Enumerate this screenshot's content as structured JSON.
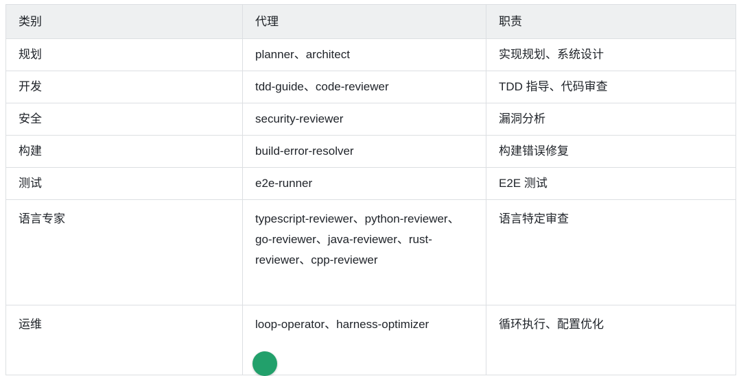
{
  "table": {
    "columns": [
      "类别",
      "代理",
      "职责"
    ],
    "rows": [
      {
        "category": "规划",
        "agents": "planner、architect",
        "duty": "实现规划、系统设计"
      },
      {
        "category": "开发",
        "agents": "tdd-guide、code-reviewer",
        "duty": "TDD 指导、代码审查"
      },
      {
        "category": "安全",
        "agents": "security-reviewer",
        "duty": "漏洞分析"
      },
      {
        "category": "构建",
        "agents": "build-error-resolver",
        "duty": "构建错误修复"
      },
      {
        "category": "测试",
        "agents": "e2e-runner",
        "duty": "E2E 测试"
      },
      {
        "category": "语言专家",
        "agents": "typescript-reviewer、python-reviewer、go-reviewer、java-reviewer、rust-reviewer、cpp-reviewer",
        "duty": "语言特定审查"
      },
      {
        "category": "运维",
        "agents": "loop-operator、harness-optimizer",
        "duty": "循环执行、配置优化"
      }
    ]
  },
  "overlay": {
    "bubble_icon": "green-circle-badge-icon",
    "bubble_color": "#22a06b"
  },
  "colors": {
    "header_background": "#eef0f1",
    "border": "#dcdfe2",
    "text": "#20242a",
    "page_background": "#ffffff"
  }
}
